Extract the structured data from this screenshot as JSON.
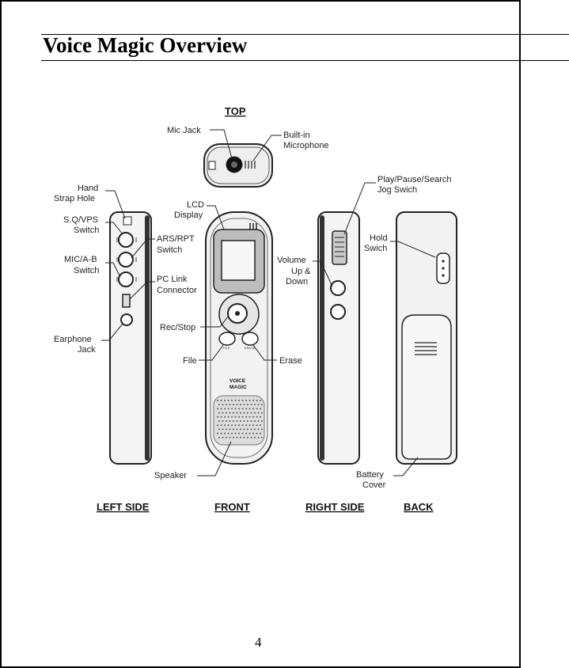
{
  "page": {
    "title": "Voice Magic Overview",
    "number": "4"
  },
  "views": {
    "top": "TOP",
    "left": "LEFT SIDE",
    "front": "FRONT",
    "right": "RIGHT SIDE",
    "back": "BACK"
  },
  "callouts": {
    "mic_jack": "Mic Jack",
    "builtin_mic": [
      "Built-in",
      "Microphone"
    ],
    "hand_strap": [
      "Hand",
      "Strap Hole"
    ],
    "sq_vps": [
      "S.Q/VPS",
      "Switch"
    ],
    "ars_rpt": [
      "ARS/RPT",
      "Switch"
    ],
    "mic_ab": [
      "MIC/A-B",
      "Switch"
    ],
    "pc_link": [
      "PC Link",
      "Connector"
    ],
    "earphone": [
      "Earphone",
      "Jack"
    ],
    "lcd": [
      "LCD",
      "Display"
    ],
    "rec_stop": "Rec/Stop",
    "file": "File",
    "erase": "Erase",
    "speaker": "Speaker",
    "play_pause": [
      "Play/Pause/Search",
      "Jog Swich"
    ],
    "volume": [
      "Volume",
      "Up &",
      "Down"
    ],
    "hold": [
      "Hold",
      "Swich"
    ],
    "battery": [
      "Battery",
      "Cover"
    ]
  },
  "device": {
    "brand": [
      "VOICE",
      "MAGIC"
    ],
    "file_label": "FILE",
    "erase_label": "ERASE"
  }
}
